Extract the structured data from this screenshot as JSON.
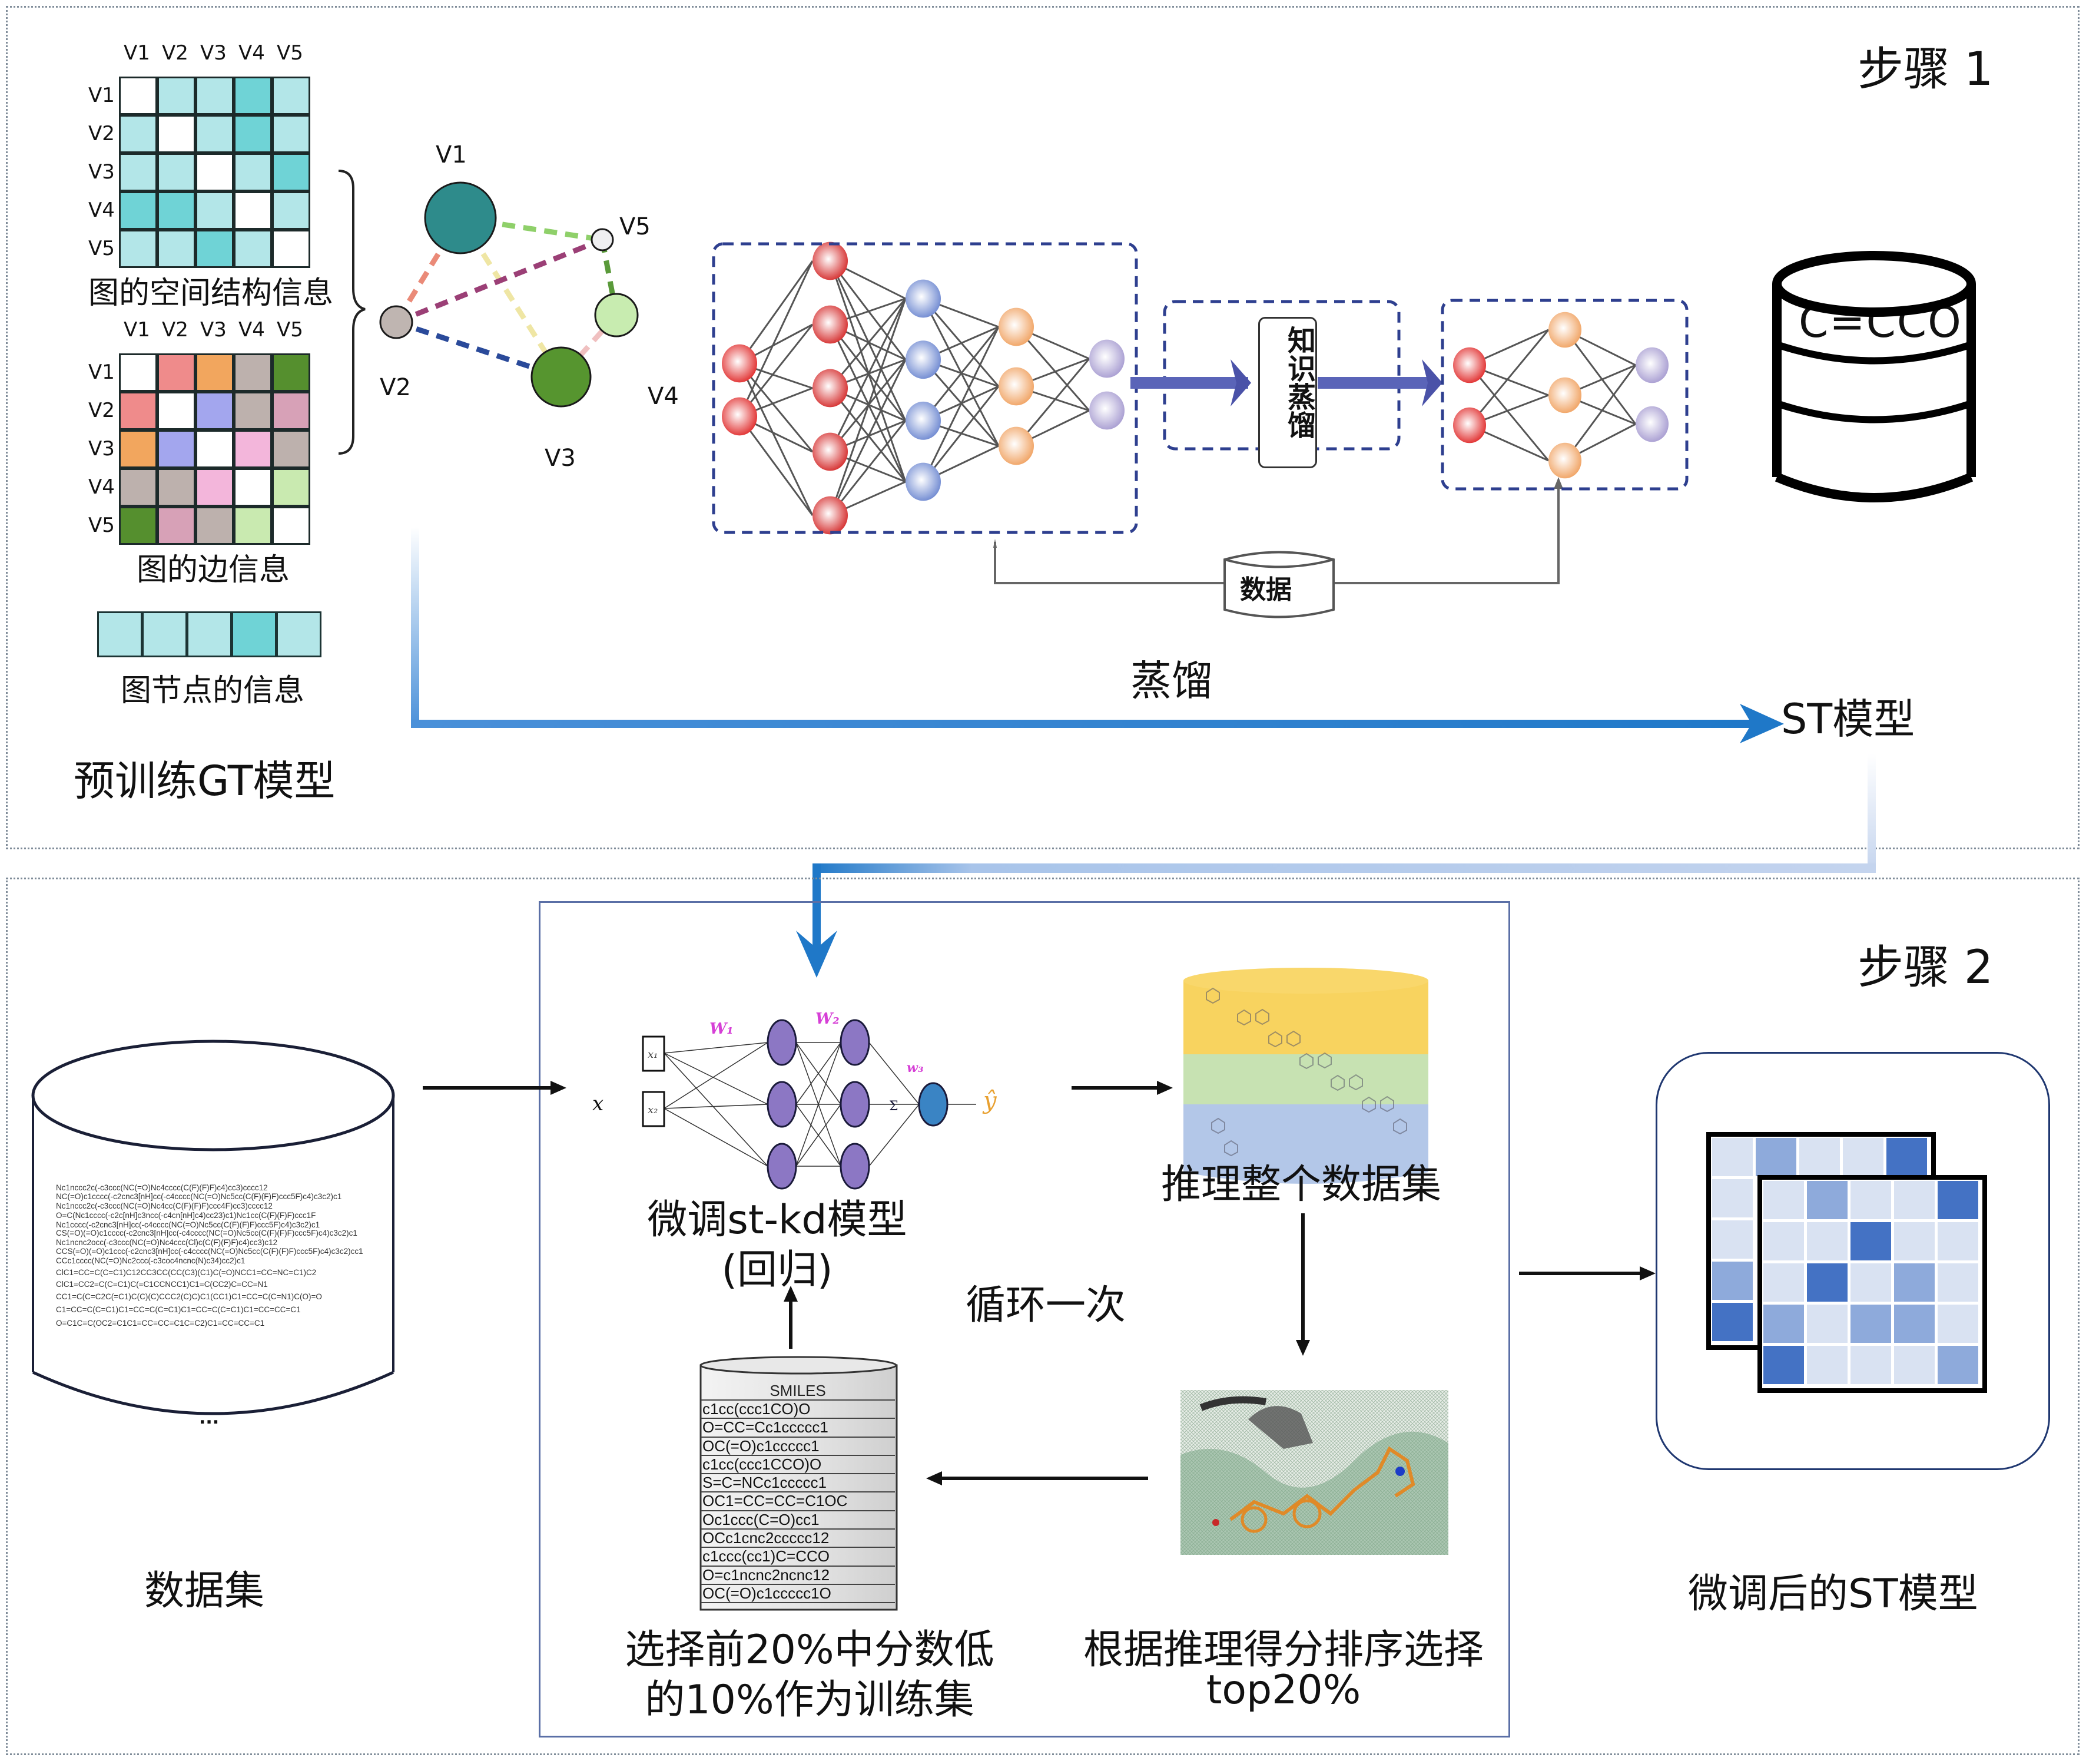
{
  "step1": {
    "title": "步骤 1",
    "pretrain_label": "预训练GT模型",
    "spatial_matrix": {
      "caption": "图的空间结构信息",
      "col_labels": [
        "V1",
        "V2",
        "V3",
        "V4",
        "V5"
      ],
      "row_labels": [
        "V1",
        "V2",
        "V3",
        "V4",
        "V5"
      ],
      "levels": [
        [
          0,
          1,
          1,
          2,
          1
        ],
        [
          1,
          0,
          1,
          2,
          1
        ],
        [
          1,
          1,
          0,
          1,
          2
        ],
        [
          2,
          2,
          1,
          0,
          1
        ],
        [
          1,
          1,
          2,
          1,
          0
        ]
      ],
      "colors": {
        "0": "#ffffff",
        "1": "#b3e6e8",
        "2": "#6fd3d6"
      }
    },
    "edge_matrix": {
      "caption": "图的边信息",
      "col_labels": [
        "V1",
        "V2",
        "V3",
        "V4",
        "V5"
      ],
      "row_labels": [
        "V1",
        "V2",
        "V3",
        "V4",
        "V5"
      ],
      "cells": [
        [
          "#ffffff",
          "#ef8b8b",
          "#f2a65e",
          "#bdb1ad",
          "#558f2e"
        ],
        [
          "#ef8b8b",
          "#ffffff",
          "#a3a6ee",
          "#bdb1ad",
          "#d7a1b7"
        ],
        [
          "#f2a65e",
          "#a3a6ee",
          "#ffffff",
          "#f3b6db",
          "#bdb1ad"
        ],
        [
          "#bdb1ad",
          "#bdb1ad",
          "#f3b6db",
          "#ffffff",
          "#c9eab0"
        ],
        [
          "#558f2e",
          "#d7a1b7",
          "#bdb1ad",
          "#c9eab0",
          "#ffffff"
        ]
      ]
    },
    "node_vector": {
      "caption": "图节点的信息",
      "levels": [
        1,
        1,
        1,
        2,
        1
      ]
    },
    "graph": {
      "nodes": [
        {
          "id": "V1",
          "label": "V1",
          "color": "#2e8b8b"
        },
        {
          "id": "V2",
          "label": "V2",
          "color": "#bfb5b1"
        },
        {
          "id": "V3",
          "label": "V3",
          "color": "#56952f"
        },
        {
          "id": "V4",
          "label": "V4",
          "color": "#c8ecb0"
        },
        {
          "id": "V5",
          "label": "V5",
          "color": "#efeff1"
        }
      ],
      "edges": [
        {
          "from": "V1",
          "to": "V5",
          "color": "#8fd06a"
        },
        {
          "from": "V1",
          "to": "V2",
          "color": "#ea8a78"
        },
        {
          "from": "V1",
          "to": "V3",
          "color": "#efe6a4"
        },
        {
          "from": "V2",
          "to": "V5",
          "color": "#9b3f76"
        },
        {
          "from": "V2",
          "to": "V3",
          "color": "#2a4a9a"
        },
        {
          "from": "V5",
          "to": "V4",
          "color": "#5a9a3a"
        },
        {
          "from": "V4",
          "to": "V3",
          "color": "#f0c0c0"
        }
      ]
    },
    "teacher_net": {
      "layers": [
        2,
        5,
        4,
        3,
        2
      ],
      "colors": [
        "#e02828",
        "#d42828",
        "#6b86d0",
        "#f0a05e",
        "#a59ad0"
      ]
    },
    "student_net": {
      "layers": [
        2,
        3,
        2
      ],
      "colors": [
        "#e02828",
        "#f0a05e",
        "#a59ad0"
      ]
    },
    "kd_box_label": "知识蒸馏",
    "data_cylinder_label": "数据",
    "distill_label": "蒸馏",
    "st_smiles": "C=CCO",
    "st_model_label": "ST模型"
  },
  "step2": {
    "title": "步骤 2",
    "dataset_label": "数据集",
    "dataset_smiles": [
      "Nc1nccc2c(-c3ccc(NC(=O)Nc4cccc(C(F)(F)F)c4)cc3)cccc12",
      "NC(=O)c1cccc(-c2cnc3[nH]cc(-c4cccc(NC(=O)Nc5cc(C(F)(F)F)ccc5F)c4)c3c2)c1",
      "Nc1nccc2c(-c3ccc(NC(=O)Nc4cc(C(F)(F)F)ccc4F)cc3)cccc12",
      "O=C(Nc1cccc(-c2c[nH]c3ncc(-c4cn[nH]c4)cc23)c1)Nc1cc(C(F)(F)F)ccc1F",
      "Nc1cccc(-c2cnc3[nH]cc(-c4cccc(NC(=O)Nc5cc(C(F)(F)F)ccc5F)c4)c3c2)c1",
      "CS(=O)(=O)c1cccc(-c2cnc3[nH]cc(-c4cccc(NC(=O)Nc5cc(C(F)(F)F)ccc5F)c4)c3c2)c1",
      "Nc1ncnc2occ(-c3ccc(NC(=O)Nc4ccc(Cl)c(C(F)(F)F)c4)cc3)c12",
      "CCS(=O)(=O)c1ccc(-c2cnc3[nH]cc(-c4cccc(NC(=O)Nc5cc(C(F)(F)F)ccc5F)c4)c3c2)cc1",
      "CCc1cccc(NC(=O)Nc2ccc(-c3coc4ncnc(N)c34)cc2)c1",
      "ClC1=CC=C(C=C1)C12CC3CC(CC(C3)(C1)C(=O)NCC1=CC=NC=C1)C2",
      "ClC1=CC2=C(C=C1)C(=C1CCNCC1)C1=C(CC2)C=CC=N1",
      "CC1=C(C=C2C(=C1)C(C)(C)CCC2(C)C)C1(CC1)C1=CC=C(C=N1)C(O)=O",
      "C1=CC=C(C=C1)C1=CC=C(C=C1)C1=CC=C(C=C1)C1=CC=CC=C1",
      "O=C1C=C(OC2=C1C1=CC=CC=C1C=C2)C1=CC=CC=C1"
    ],
    "dataset_ellipsis": "...",
    "finetune_net": {
      "input_symbol": "x",
      "inputs": [
        "x₁",
        "x₂"
      ],
      "weights": [
        "W₁",
        "W₂",
        "w₃"
      ],
      "sum_symbol": "Σ",
      "output_symbol": "ŷ",
      "layers": [
        3,
        3
      ],
      "node_color": "#8c77c4",
      "sum_color": "#3a84c4",
      "weight_color": "#d63fd6"
    },
    "finetune_label_line1": "微调st-kd模型",
    "finetune_label_line2": "(回归)",
    "loop_label": "循环一次",
    "infer_label": "推理整个数据集",
    "infer_cylinder_colors": [
      "#f8d35f",
      "#c7e2b2",
      "#b3c7e8"
    ],
    "rank_label_line1": "根据推理得分排序选择",
    "rank_label_line2": "top20%",
    "smiles_table": {
      "header": "SMILES",
      "rows": [
        "c1cc(ccc1CO)O",
        "O=CC=Cc1ccccc1",
        "OC(=O)c1ccccc1",
        "c1cc(ccc1CCO)O",
        "S=C=NCc1ccccc1",
        "OC1=CC=CC=C1OC",
        "Oc1ccc(C=O)cc1",
        "OCc1cnc2ccccc12",
        "c1ccc(cc1)C=CCO",
        "O=c1ncnc2ncnc12",
        "OC(=O)c1ccccc1O"
      ]
    },
    "select_label_line1": "选择前20%中分数低",
    "select_label_line2": "的10%作为训练集",
    "final_model_label": "微调后的ST模型",
    "final_matrix_back": [
      [
        1,
        2,
        1,
        1,
        3
      ],
      [
        1,
        0,
        0,
        0,
        0
      ],
      [
        1,
        0,
        0,
        0,
        0
      ],
      [
        2,
        0,
        0,
        0,
        0
      ],
      [
        3,
        0,
        0,
        0,
        0
      ]
    ],
    "final_matrix_front": [
      [
        1,
        2,
        1,
        1,
        3
      ],
      [
        1,
        1,
        3,
        1,
        1
      ],
      [
        1,
        3,
        1,
        2,
        1
      ],
      [
        2,
        1,
        2,
        2,
        1
      ],
      [
        3,
        1,
        1,
        1,
        2
      ]
    ],
    "final_matrix_colors": {
      "1": "#d9e2f2",
      "2": "#8eaadb",
      "3": "#4472c4"
    }
  },
  "colors": {
    "flow_arrow_blue": "#1f78c8",
    "panel_border": "#7f8c99",
    "inner_frame": "#5a6fa6",
    "dashed_box": "#2e3f8f"
  }
}
